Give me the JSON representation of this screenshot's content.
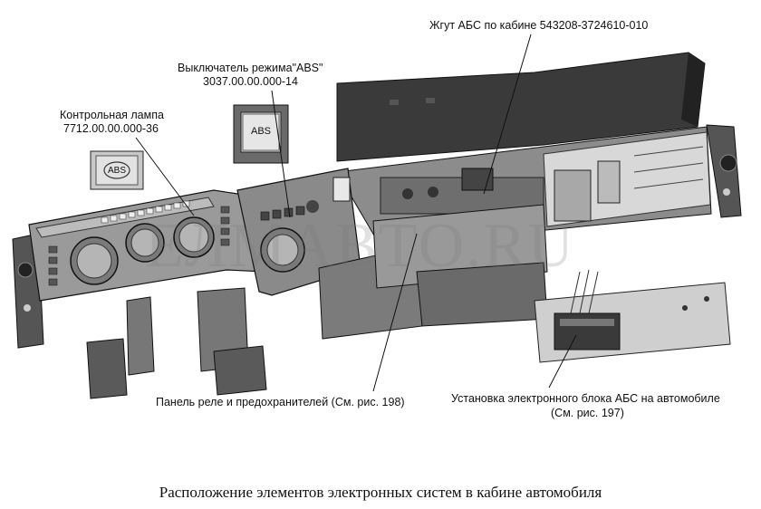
{
  "labels": {
    "harness": "Жгут АБС по кабине 543208-3724610-010",
    "abs_switch_line1": "Выключатель режима\"ABS\"",
    "abs_switch_line2": "3037.00.00.000-14",
    "control_lamp_line1": "Контрольная лампа",
    "control_lamp_line2": "7712.00.00.000-36",
    "relay_panel": "Панель реле и предохранителей (См. рис. 198)",
    "ecu_line1": "Установка электронного блока АБС на автомобиле",
    "ecu_line2": "(См. рис. 197)"
  },
  "inset": {
    "switch_text": "ABS",
    "lamp_text": "ABS"
  },
  "watermark": "ЕЛМАВТО.RU",
  "caption": "Расположение элементов электронных систем в кабине автомобиля"
}
